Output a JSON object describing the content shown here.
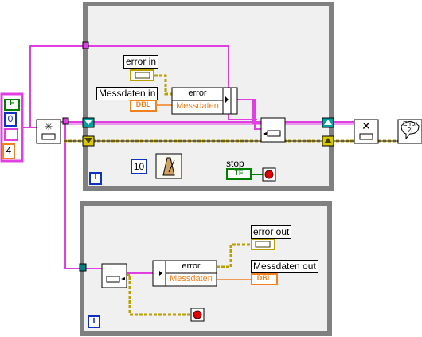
{
  "loop1": {
    "error_in_label": "error in",
    "messdaten_in_label": "Messdaten in",
    "bundle_field_error": "error",
    "bundle_field_messdaten": "Messdaten",
    "wait_constant": "10",
    "stop_label": "stop",
    "stop_bool_text": "TF",
    "dbl_text": "DBL",
    "iteration_label": "i"
  },
  "loop2": {
    "error_out_label": "error out",
    "messdaten_out_label": "Messdaten out",
    "unbundle_field_error": "error",
    "unbundle_field_messdaten": "Messdaten",
    "dbl_text": "DBL",
    "iteration_label": "i"
  },
  "left_cluster": {
    "bool_text": "F",
    "numeric_value": "0",
    "size_constant": "4"
  },
  "error_dialog_text": "Error ?!",
  "colors": {
    "loop_frame": "#808080",
    "loop_fill": "#f0f0f0",
    "cluster_wire": "#e040e0",
    "error_wire": "#b8a000",
    "dbl_wire": "#f08020",
    "bool_wire": "#008000",
    "int_wire": "#1030c0",
    "tunnel": "#008080"
  },
  "icons": {
    "obtain_queue": "queue-obtain-icon",
    "enqueue": "queue-enqueue-icon",
    "dequeue": "queue-dequeue-icon",
    "release_queue": "queue-release-icon",
    "wait": "metronome-wait-icon",
    "error_dialog": "error-dialog-icon",
    "stop_terminal": "stop-terminal-icon"
  }
}
